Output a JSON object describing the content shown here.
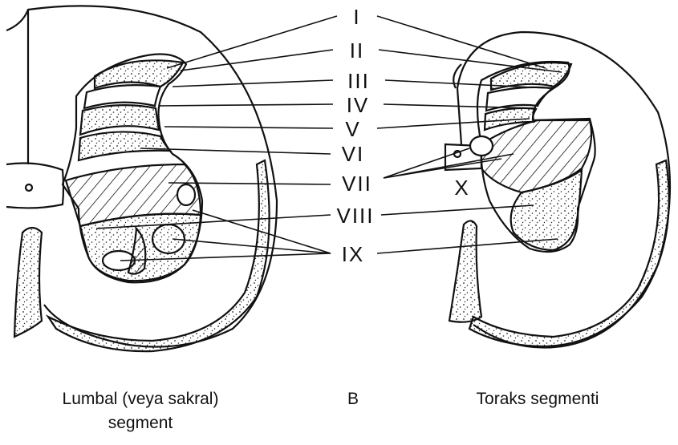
{
  "labels": {
    "I": "I",
    "II": "II",
    "III": "III",
    "IV": "IV",
    "V": "V",
    "VI": "VI",
    "VII": "VII",
    "VIII": "VIII",
    "IX": "IX",
    "X": "X"
  },
  "captions": {
    "left_line1": "Lumbal (veya sakral)",
    "left_line2": "segment",
    "middle": "B",
    "right": "Toraks segmenti"
  },
  "colors": {
    "ink": "#111111",
    "background": "#ffffff"
  }
}
